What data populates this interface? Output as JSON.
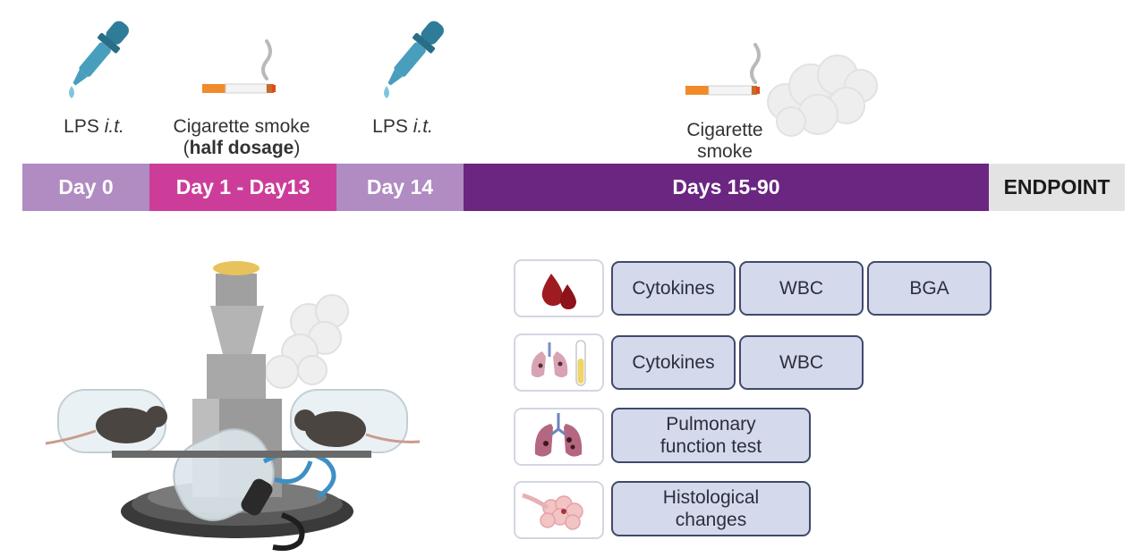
{
  "events": [
    {
      "label": "LPS",
      "label_italic": "i.t.",
      "icon": "dropper-icon"
    },
    {
      "label": "Cigarette smoke",
      "label_line2_prefix": "(",
      "label_line2_bold": "half dosage",
      "label_line2_suffix": ")",
      "icon": "cigarette-icon"
    },
    {
      "label": "LPS",
      "label_italic": "i.t.",
      "icon": "dropper-icon"
    },
    {
      "label_line1": "Cigarette",
      "label_line2": "smoke",
      "icon": "smoking-cigarette-icon"
    }
  ],
  "timeline": [
    {
      "label": "Day 0",
      "color": "#b08cc2"
    },
    {
      "label": "Day 1 - Day13",
      "color": "#cc3d9a"
    },
    {
      "label": "Day 14",
      "color": "#b08cc2"
    },
    {
      "label": "Days 15-90",
      "color": "#6a2680"
    },
    {
      "label": "ENDPOINT",
      "color": "#e3e3e3",
      "text_color": "#1a1a1a"
    }
  ],
  "readouts": [
    {
      "icon": "blood-drops-icon",
      "items": [
        "Cytokines",
        "WBC",
        "BGA"
      ]
    },
    {
      "icon": "lung-bal-tube-icon",
      "items": [
        "Cytokines",
        "WBC"
      ]
    },
    {
      "icon": "lungs-icon",
      "items": [
        "Pulmonary function test"
      ],
      "item_lines": [
        "Pulmonary",
        "function test"
      ]
    },
    {
      "icon": "lung-tissue-icon",
      "items": [
        "Histological changes"
      ],
      "item_lines": [
        "Histological",
        "changes"
      ]
    }
  ],
  "colors": {
    "dropper": "#3f8fae",
    "chip_fill": "#d5d9ec",
    "chip_border": "#3f4a6b",
    "blood": "#9e1b22"
  }
}
